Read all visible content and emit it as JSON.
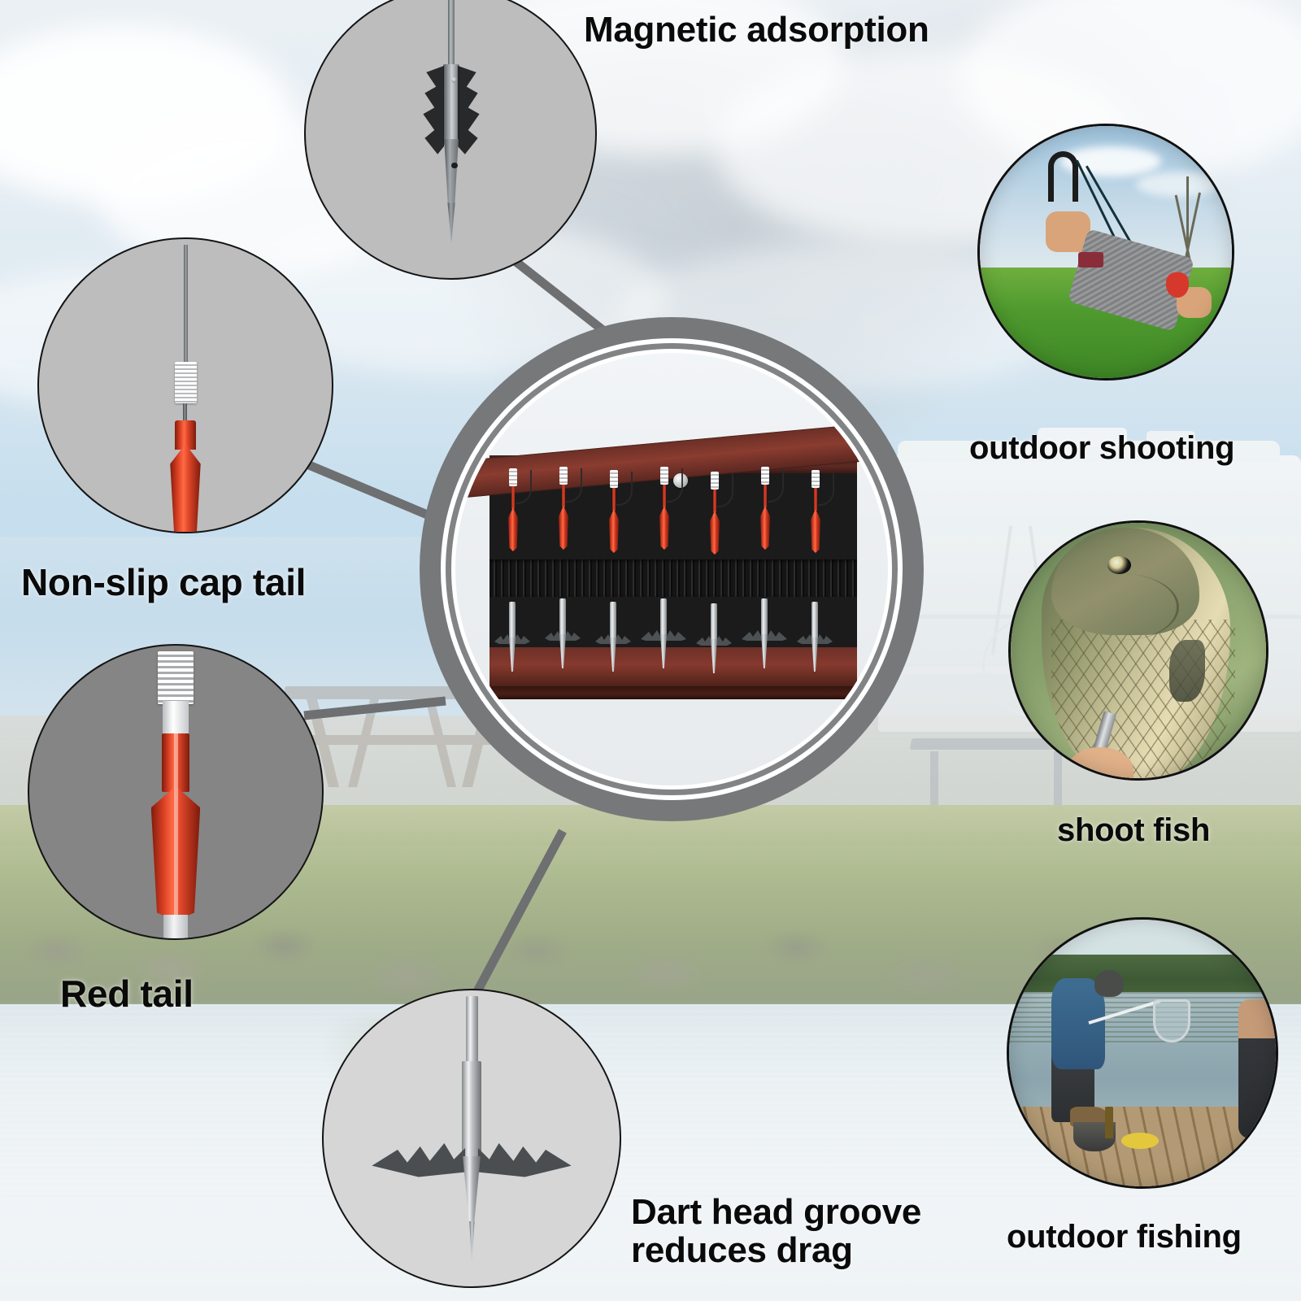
{
  "infographic": {
    "product": "slingshot fishing dart set with roll-up pouch",
    "background_scene": "lake shore with mountains, clouds, picnic table and camper"
  },
  "labels": {
    "magnetic": "Magnetic adsorption",
    "cap_tail": "Non-slip cap tail",
    "red_tail": "Red tail",
    "dart_head": "Dart head groove\nreduces drag",
    "outdoor_shooting": "outdoor shooting",
    "shoot_fish": "shoot fish",
    "outdoor_fishing": "outdoor fishing"
  },
  "bubbles": [
    {
      "id": "magnetic",
      "kind": "detail",
      "icon": "barbed-dart-head-icon",
      "fill": "#bdbdbd"
    },
    {
      "id": "cap_tail",
      "kind": "detail",
      "icon": "knurled-cap-tail-icon",
      "fill": "#bdbdbd"
    },
    {
      "id": "red_tail",
      "kind": "detail",
      "icon": "red-fletching-icon",
      "fill": "#858585"
    },
    {
      "id": "dart_head",
      "kind": "detail",
      "icon": "broadhead-tip-icon",
      "fill": "#d6d6d6"
    },
    {
      "id": "shooting",
      "kind": "photo",
      "icon": "slingshot-photo-icon"
    },
    {
      "id": "fish",
      "kind": "photo",
      "icon": "carp-photo-icon"
    },
    {
      "id": "fishing",
      "kind": "photo",
      "icon": "dock-fishing-photo-icon"
    }
  ],
  "magnifier": {
    "ring_color": "#77787a",
    "inner_ring_color": "#828385",
    "alt": "Roll-up organizer with 7 red-fletched darts and 7 steel broadhead tips",
    "dart_count": 7,
    "head_count": 7,
    "pouch_colors": {
      "fabric": "#1b1b1b",
      "leather": "#86392e",
      "elastic": "#151515"
    }
  },
  "colors": {
    "connector": "#6e6f71",
    "text": "#0a0a0a",
    "dart_red": "#e0432b",
    "steel": "#c6cacc"
  },
  "connectors": [
    {
      "from": "magnetic",
      "to": "magnifier"
    },
    {
      "from": "cap_tail",
      "to": "magnifier"
    },
    {
      "from": "red_tail",
      "to": "magnifier"
    },
    {
      "from": "dart_head",
      "to": "magnifier"
    }
  ]
}
